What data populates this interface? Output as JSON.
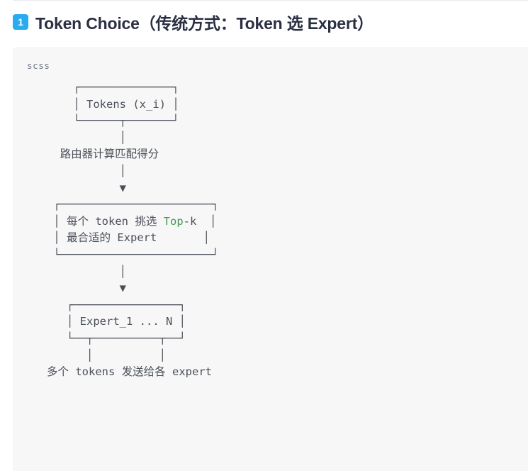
{
  "heading": {
    "badge_number": "1",
    "title": "Token Choice（传统方式：Token 选 Expert）",
    "badge_color": "#29abf1",
    "title_color": "#2b2f42"
  },
  "code_block": {
    "language_label": "scss",
    "background_color": "#f7f7f8",
    "text_color": "#4b5058",
    "keyword_color": "#42994f",
    "diagram": {
      "type": "ascii-flowchart",
      "nodes": [
        {
          "id": "tokens",
          "label": "Tokens (x_i)",
          "kind": "box"
        },
        {
          "id": "router-note",
          "label": "路由器计算匹配得分",
          "kind": "edge-label"
        },
        {
          "id": "topk",
          "label_line1": "每个 token 挑选 Top-k",
          "label_line2": "最合适的 Expert",
          "kind": "box",
          "highlight": "Top"
        },
        {
          "id": "experts",
          "label": "Expert_1 ... N",
          "kind": "box"
        },
        {
          "id": "dispatch-note",
          "label": "多个 tokens 发送给各 expert",
          "kind": "edge-label"
        }
      ],
      "edges": [
        {
          "from": "tokens",
          "to": "topk",
          "arrow": "▼",
          "label": "路由器计算匹配得分"
        },
        {
          "from": "topk",
          "to": "experts",
          "arrow": "▼"
        },
        {
          "from": "experts",
          "to": "dispatch-note",
          "arrow": "none",
          "branches": 2
        }
      ],
      "lines": [
        "          ┌──────────────┐",
        "          │ Tokens (x_i) │",
        "          └──────┬───────┘",
        "                 │",
        "        路由器计算匹配得分",
        "                 │",
        "                 ▼",
        "      ┌──────────────────────┐",
        "      │ 每个 token 挑选 Top-k │",
        "      │ 最合适的 Expert       │",
        "      └──────────────────────┘",
        "                 │",
        "                 ▼",
        "        ┌────────────────┐",
        "        │ Expert_1 ... N │",
        "        └──┬──────────┬──┘",
        "           │          │",
        "      多个 tokens 发送给各 expert"
      ]
    }
  }
}
